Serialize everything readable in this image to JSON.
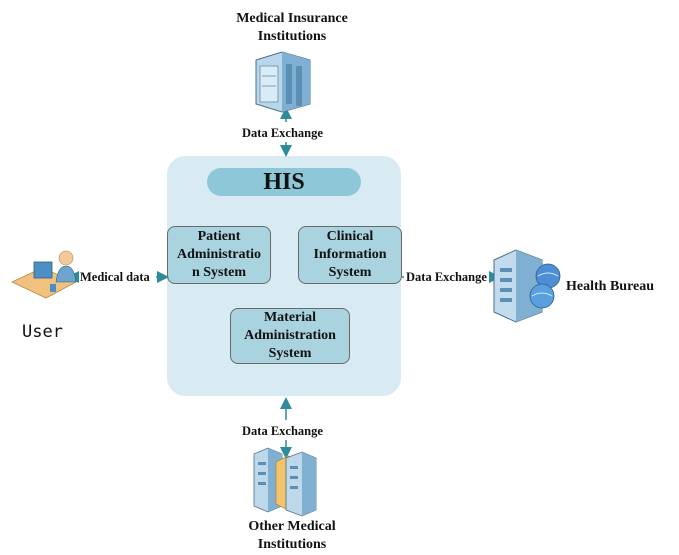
{
  "nodes": {
    "medical_insurance": {
      "label": "Medical Insurance\nInstitutions"
    },
    "user": {
      "label": "User"
    },
    "health_bureau": {
      "label": "Health Bureau"
    },
    "other_medical": {
      "label": "Other Medical\nInstitutions"
    }
  },
  "his": {
    "title": "HIS",
    "modules": {
      "patient": "Patient\nAdministratio\nn System",
      "clinical": "Clinical\nInformation\nSystem",
      "material": "Material\nAdministration\nSystem"
    }
  },
  "edges": {
    "top": "Data Exchange",
    "left": "Medical data",
    "right": "Data Exchange",
    "bottom": "Data Exchange"
  },
  "colors": {
    "panel": "#d9ebf2",
    "title_bar": "#8ec7d8",
    "module": "#a9d3df",
    "arrow": "#2e8b9a"
  }
}
